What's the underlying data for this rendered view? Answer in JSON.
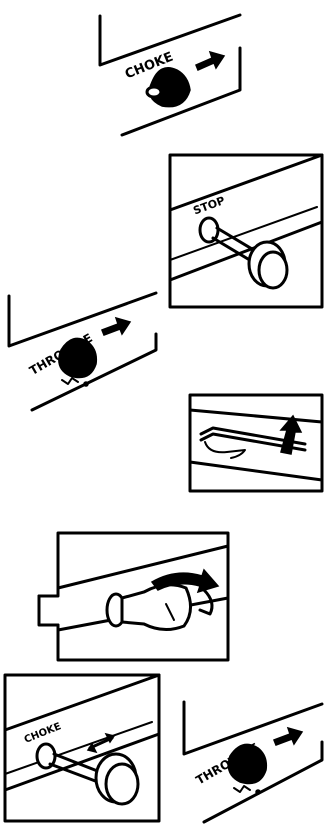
{
  "panels": [
    {
      "id": "choke-lever-1",
      "label": "CHOKE"
    },
    {
      "id": "stop-knob-1",
      "label": "STOP"
    },
    {
      "id": "throttle-lever-1",
      "label": "THROTTLE"
    },
    {
      "id": "primer-bar",
      "label": ""
    },
    {
      "id": "ignition-key",
      "label": ""
    },
    {
      "id": "choke-knob-2",
      "label": "CHOKE"
    },
    {
      "id": "throttle-lever-2",
      "label": "THROTTLE"
    }
  ],
  "arrow_direction": "right",
  "icons": [
    "lever-icon",
    "knob-icon",
    "bar-icon",
    "key-icon",
    "arrow-icon",
    "double-arrow-icon"
  ]
}
